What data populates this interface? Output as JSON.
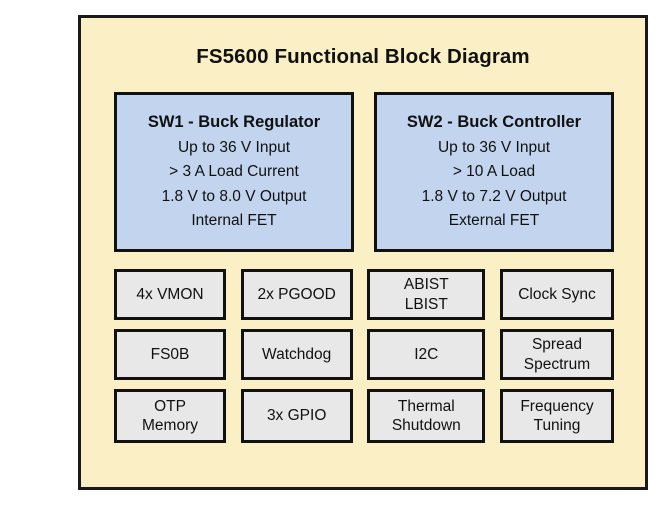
{
  "diagram": {
    "title": "FS5600 Functional Block Diagram",
    "panel_background": "#fbefc6",
    "border_color": "#111111",
    "switcher_block_color": "#c2d4ee",
    "feature_block_color": "#e8e8e8",
    "switchers": [
      {
        "heading": "SW1 - Buck Regulator",
        "lines": [
          "Up to 36 V Input",
          "> 3 A Load Current",
          "1.8 V to 8.0 V Output",
          "Internal FET"
        ]
      },
      {
        "heading": "SW2 - Buck Controller",
        "lines": [
          "Up to 36 V Input",
          "> 10 A Load",
          "1.8 V to 7.2 V Output",
          "External FET"
        ]
      }
    ],
    "features": [
      {
        "lines": [
          "4x VMON"
        ]
      },
      {
        "lines": [
          "2x PGOOD"
        ]
      },
      {
        "lines": [
          "ABIST",
          "LBIST"
        ]
      },
      {
        "lines": [
          "Clock Sync"
        ]
      },
      {
        "lines": [
          "FS0B"
        ]
      },
      {
        "lines": [
          "Watchdog"
        ]
      },
      {
        "lines": [
          "I2C"
        ]
      },
      {
        "lines": [
          "Spread",
          "Spectrum"
        ]
      },
      {
        "lines": [
          "OTP",
          "Memory"
        ]
      },
      {
        "lines": [
          "3x GPIO"
        ]
      },
      {
        "lines": [
          "Thermal",
          "Shutdown"
        ]
      },
      {
        "lines": [
          "Frequency",
          "Tuning"
        ]
      }
    ]
  }
}
